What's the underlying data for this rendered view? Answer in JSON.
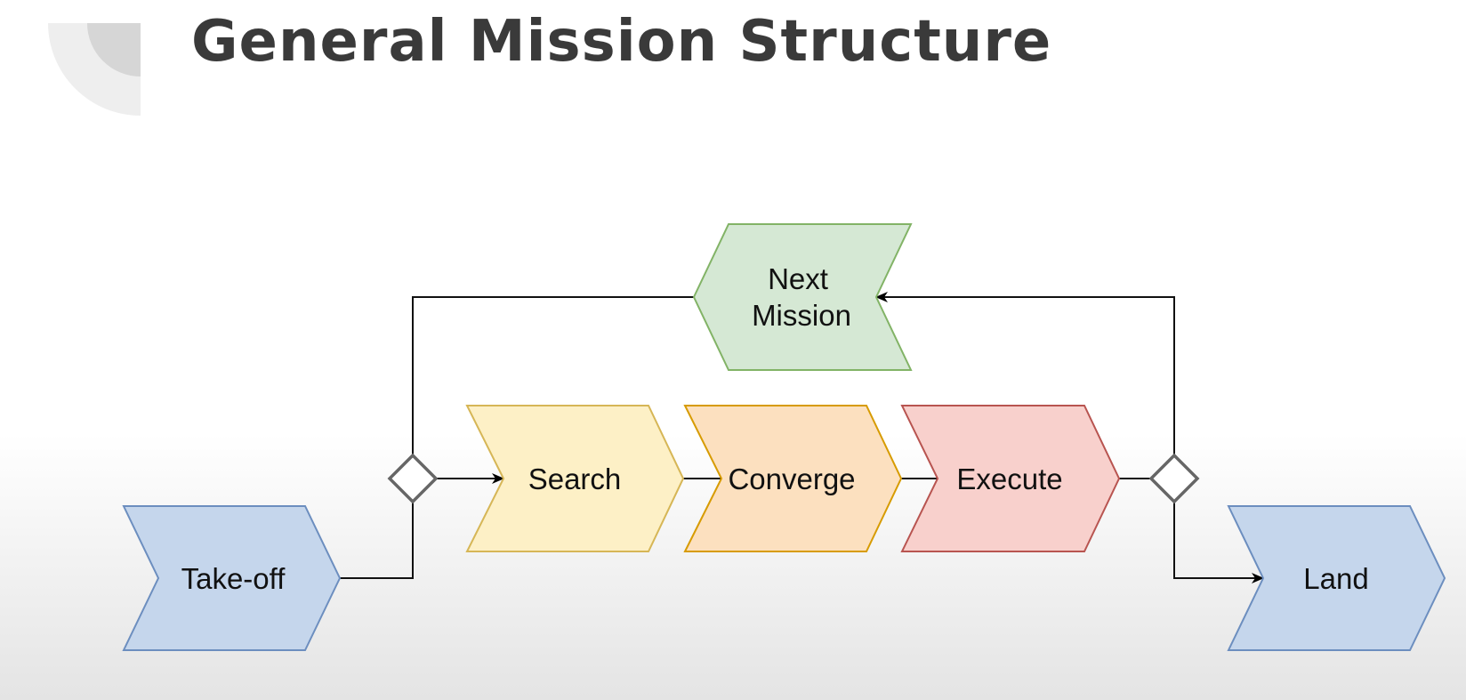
{
  "slide": {
    "title": "General Mission Structure"
  },
  "nodes": {
    "takeoff": "Take-off",
    "search": "Search",
    "converge": "Converge",
    "execute": "Execute",
    "next_mission_line1": "Next",
    "next_mission_line2": "Mission",
    "land": "Land"
  },
  "colors": {
    "takeoff_fill": "#c5d6ec",
    "takeoff_stroke": "#6c8ebf",
    "search_fill": "#fdf0c6",
    "search_stroke": "#d6b656",
    "converge_fill": "#fce0bf",
    "converge_stroke": "#d79b00",
    "execute_fill": "#f8d0cc",
    "execute_stroke": "#b85450",
    "next_fill": "#d5e8d4",
    "next_stroke": "#82b366",
    "land_fill": "#c5d6ec",
    "land_stroke": "#6c8ebf"
  }
}
